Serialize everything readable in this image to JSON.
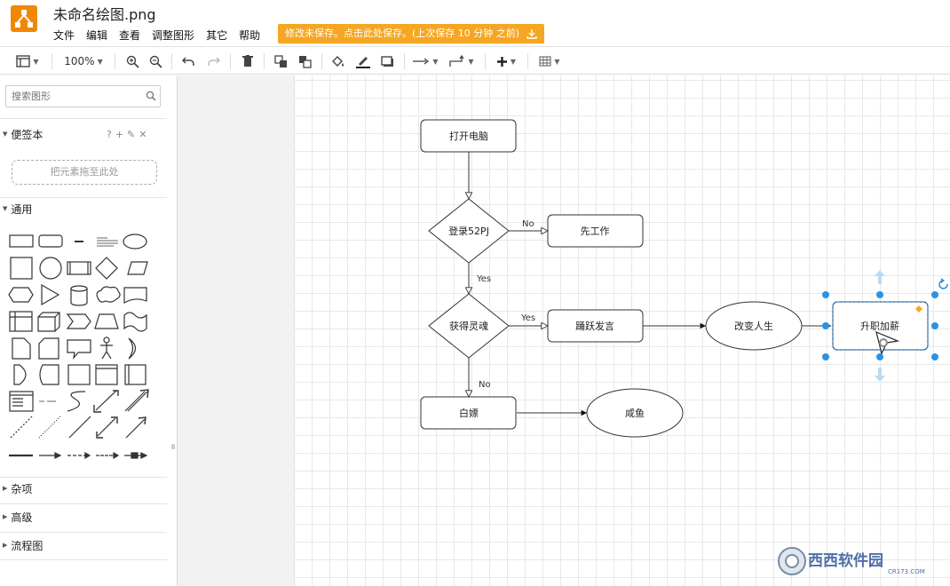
{
  "app": {
    "title": "未命名绘图.png",
    "menu": [
      "文件",
      "编辑",
      "查看",
      "调整图形",
      "其它",
      "帮助"
    ],
    "save_banner": "修改未保存。点击此处保存。(上次保存 10 分钟 之前)",
    "brand_color": "#f08705",
    "banner_color": "#f5a623"
  },
  "toolbar": {
    "zoom": "100%",
    "icons": [
      "view-panels-icon",
      "zoom-in-icon",
      "zoom-out-icon",
      "undo-icon",
      "redo-icon",
      "delete-icon",
      "to-front-icon",
      "to-back-icon",
      "fill-color-icon",
      "line-color-icon",
      "shadow-icon",
      "connection-icon",
      "waypoints-icon",
      "insert-icon",
      "table-icon"
    ]
  },
  "sidebar": {
    "search_placeholder": "搜索图形",
    "scratchpad": {
      "title": "便签本",
      "actions": "?+✎✕",
      "dropzone": "把元素拖至此处"
    },
    "sections": [
      "通用",
      "杂项",
      "高级",
      "流程图"
    ]
  },
  "diagram": {
    "nodes": [
      {
        "id": "n1",
        "label": "打开电脑"
      },
      {
        "id": "n2",
        "label": "登录52PJ"
      },
      {
        "id": "n3",
        "label": "先工作"
      },
      {
        "id": "n4",
        "label": "获得灵魂"
      },
      {
        "id": "n5",
        "label": "踊跃发言"
      },
      {
        "id": "n6",
        "label": "改变人生"
      },
      {
        "id": "n7",
        "label": "升职加薪"
      },
      {
        "id": "n8",
        "label": "白嫖"
      },
      {
        "id": "n9",
        "label": "咸鱼"
      }
    ],
    "edge_labels": {
      "no1": "No",
      "yes1": "Yes",
      "yes2": "Yes",
      "no2": "No"
    }
  },
  "watermark": {
    "text1": "西西软件园",
    "text2": "CR173.COM"
  }
}
